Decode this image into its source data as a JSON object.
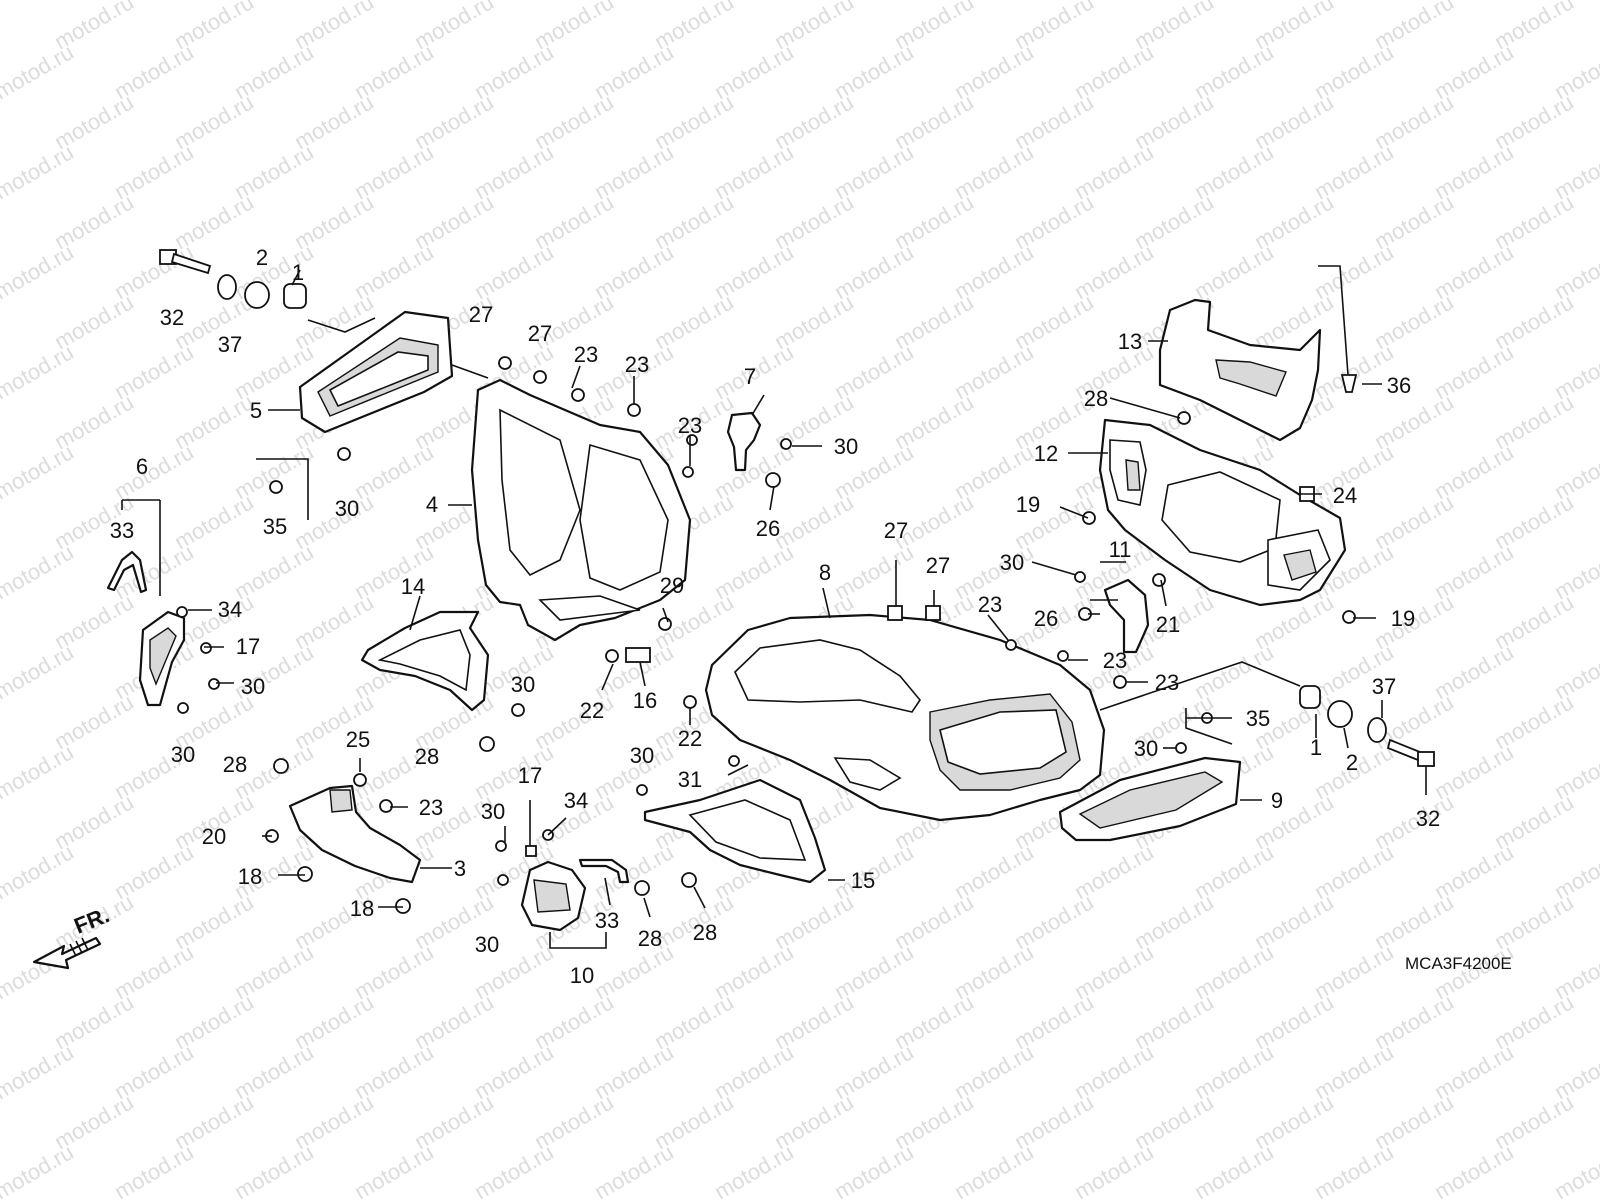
{
  "diagram": {
    "watermark": "motod.ru",
    "code": "MCA3F4200E",
    "front_label": "FR.",
    "callouts": [
      {
        "id": "c32a",
        "text": "32"
      },
      {
        "id": "c37a",
        "text": "37"
      },
      {
        "id": "c2a",
        "text": "2"
      },
      {
        "id": "c1a",
        "text": "1"
      },
      {
        "id": "c5",
        "text": "5"
      },
      {
        "id": "c6",
        "text": "6"
      },
      {
        "id": "c33a",
        "text": "33"
      },
      {
        "id": "c34a",
        "text": "34"
      },
      {
        "id": "c17a",
        "text": "17"
      },
      {
        "id": "c30a",
        "text": "30"
      },
      {
        "id": "c30b",
        "text": "30"
      },
      {
        "id": "c35a",
        "text": "35"
      },
      {
        "id": "c30c",
        "text": "30"
      },
      {
        "id": "c4",
        "text": "4"
      },
      {
        "id": "c27a",
        "text": "27"
      },
      {
        "id": "c27b",
        "text": "27"
      },
      {
        "id": "c23a",
        "text": "23"
      },
      {
        "id": "c23b",
        "text": "23"
      },
      {
        "id": "c23c",
        "text": "23"
      },
      {
        "id": "c7",
        "text": "7"
      },
      {
        "id": "c30d",
        "text": "30"
      },
      {
        "id": "c26a",
        "text": "26"
      },
      {
        "id": "c14",
        "text": "14"
      },
      {
        "id": "c30e",
        "text": "30"
      },
      {
        "id": "c28a",
        "text": "28"
      },
      {
        "id": "c28b",
        "text": "28"
      },
      {
        "id": "c25",
        "text": "25"
      },
      {
        "id": "c23d",
        "text": "23"
      },
      {
        "id": "c20",
        "text": "20"
      },
      {
        "id": "c18a",
        "text": "18"
      },
      {
        "id": "c18b",
        "text": "18"
      },
      {
        "id": "c3",
        "text": "3"
      },
      {
        "id": "c29",
        "text": "29"
      },
      {
        "id": "c22a",
        "text": "22"
      },
      {
        "id": "c16",
        "text": "16"
      },
      {
        "id": "c22b",
        "text": "22"
      },
      {
        "id": "c30f",
        "text": "30"
      },
      {
        "id": "c31",
        "text": "31"
      },
      {
        "id": "c17b",
        "text": "17"
      },
      {
        "id": "c30g",
        "text": "30"
      },
      {
        "id": "c34b",
        "text": "34"
      },
      {
        "id": "c30h",
        "text": "30"
      },
      {
        "id": "c33b",
        "text": "33"
      },
      {
        "id": "c10",
        "text": "10"
      },
      {
        "id": "c28c",
        "text": "28"
      },
      {
        "id": "c28d",
        "text": "28"
      },
      {
        "id": "c15",
        "text": "15"
      },
      {
        "id": "c8",
        "text": "8"
      },
      {
        "id": "c27c",
        "text": "27"
      },
      {
        "id": "c27d",
        "text": "27"
      },
      {
        "id": "c23e",
        "text": "23"
      },
      {
        "id": "c23f",
        "text": "23"
      },
      {
        "id": "c23g",
        "text": "23"
      },
      {
        "id": "c30i",
        "text": "30"
      },
      {
        "id": "c11",
        "text": "11"
      },
      {
        "id": "c26b",
        "text": "26"
      },
      {
        "id": "c21",
        "text": "21"
      },
      {
        "id": "c19a",
        "text": "19"
      },
      {
        "id": "c19b",
        "text": "19"
      },
      {
        "id": "c13",
        "text": "13"
      },
      {
        "id": "c28e",
        "text": "28"
      },
      {
        "id": "c12",
        "text": "12"
      },
      {
        "id": "c24",
        "text": "24"
      },
      {
        "id": "c36",
        "text": "36"
      },
      {
        "id": "c1b",
        "text": "1"
      },
      {
        "id": "c2b",
        "text": "2"
      },
      {
        "id": "c37b",
        "text": "37"
      },
      {
        "id": "c32b",
        "text": "32"
      },
      {
        "id": "c35b",
        "text": "35"
      },
      {
        "id": "c30j",
        "text": "30"
      },
      {
        "id": "c9",
        "text": "9"
      }
    ]
  }
}
